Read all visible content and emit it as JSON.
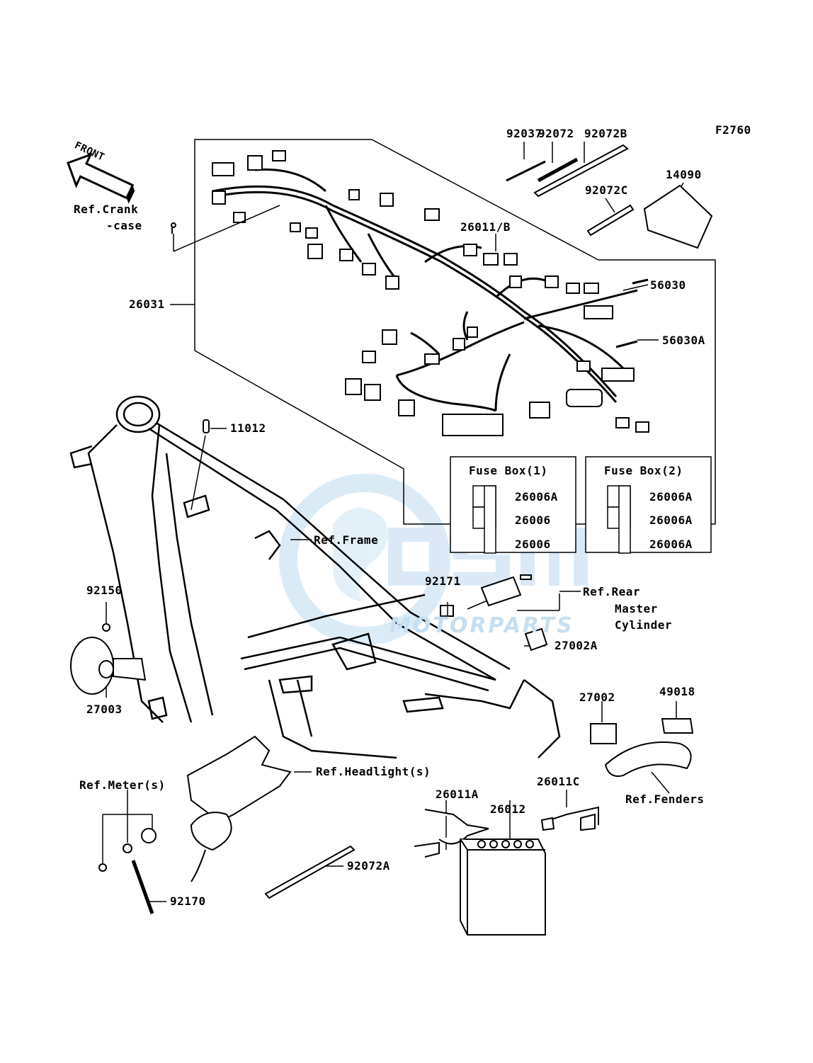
{
  "figure_code": "F2760",
  "front_label": "FRONT",
  "watermark": {
    "brand": "OSM",
    "sub": "MOTORPARTS",
    "color": "#9ec9e8"
  },
  "labels": {
    "p92037": "92037",
    "p92072": "92072",
    "p92072B": "92072B",
    "p14090": "14090",
    "p92072C": "92072C",
    "p26011B": "26011/B",
    "p26031": "26031",
    "p56030": "56030",
    "p56030A": "56030A",
    "p11012": "11012",
    "ref_crank_1": "Ref.Crank",
    "ref_crank_2": "-case",
    "ref_frame": "Ref.Frame",
    "p92171": "92171",
    "ref_rear_1": "Ref.Rear",
    "ref_rear_2": "Master",
    "ref_rear_3": "Cylinder",
    "p92150": "92150",
    "p27003": "27003",
    "p27002A": "27002A",
    "p27002": "27002",
    "p49018": "49018",
    "ref_headlight": "Ref.Headlight(s)",
    "ref_meter": "Ref.Meter(s)",
    "p26011A": "26011A",
    "p26012": "26012",
    "p26011C": "26011C",
    "ref_fenders": "Ref.Fenders",
    "p92072A": "92072A",
    "p92170": "92170"
  },
  "fuse_boxes": [
    {
      "title": "Fuse Box(1)",
      "parts": [
        "26006A",
        "26006",
        "26006"
      ]
    },
    {
      "title": "Fuse Box(2)",
      "parts": [
        "26006A",
        "26006A",
        "26006A"
      ]
    }
  ]
}
